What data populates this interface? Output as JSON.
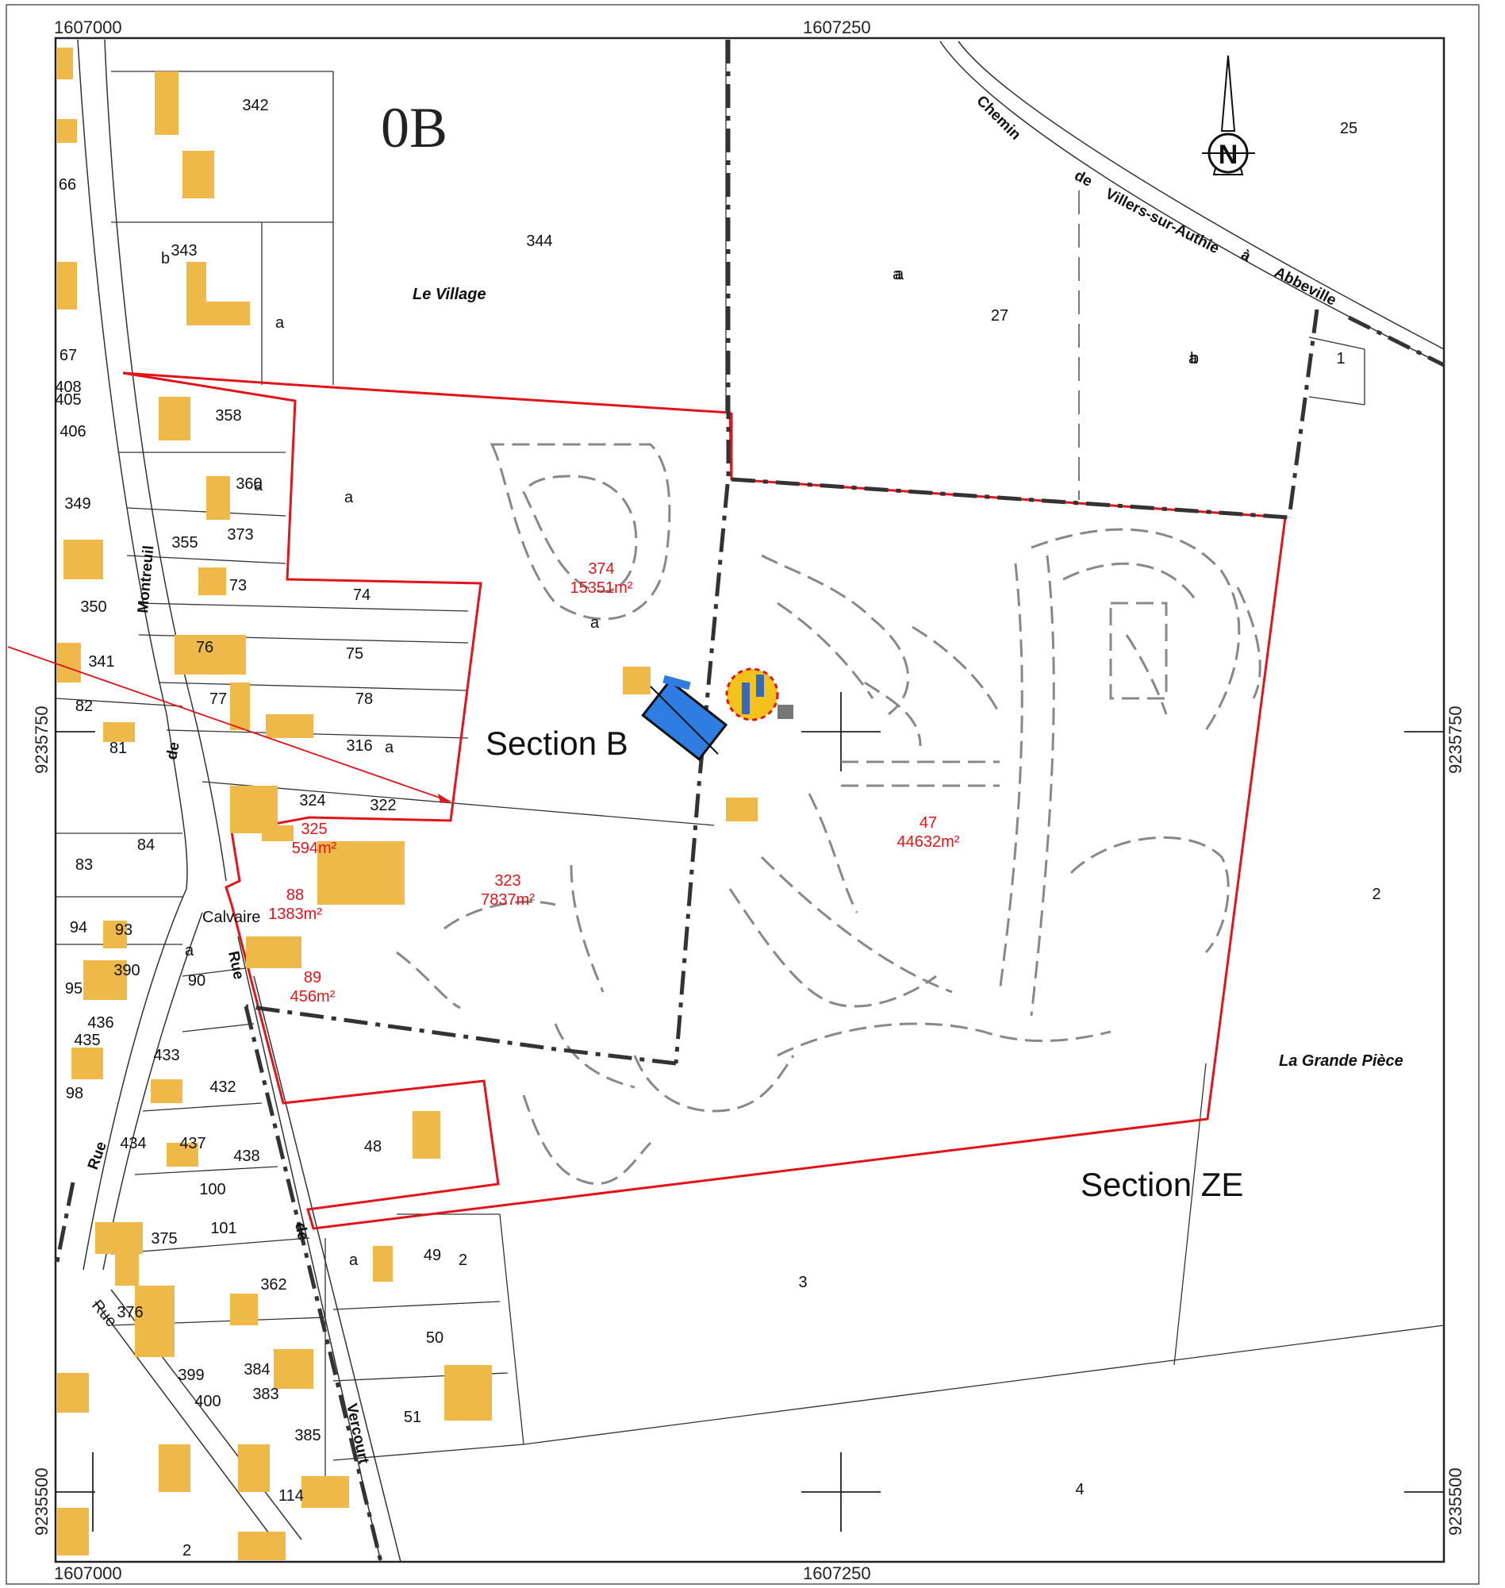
{
  "sheet": {
    "code": "0B"
  },
  "sections": {
    "b": "Section  B",
    "ze": "Section  ZE"
  },
  "localities": {
    "village": "Le Village",
    "grande_piece": "La Grande Pièce"
  },
  "coords": {
    "top_left": "1607000",
    "top_mid": "1607250",
    "bottom_left": "1607000",
    "bottom_mid": "1607250",
    "left_upper": "9235750",
    "left_lower": "9235500",
    "right_upper": "9235750",
    "right_lower": "9235500"
  },
  "roads": {
    "chemin_1": "Chemin",
    "chemin_2": "de",
    "chemin_3": "Villers-sur-Authie",
    "chemin_4": "à",
    "chemin_5": "Abbeville",
    "montreuil_1": "Montreuil",
    "montreuil_2": "de",
    "montreuil_3": "Rue",
    "vercourt_1": "Rue",
    "vercourt_2": "de",
    "vercourt_3": "Vercourt",
    "small_rue": "Rue",
    "calvaire": "Calvaire"
  },
  "compass": {
    "letter": "N"
  },
  "parcels_project": [
    {
      "id": "374",
      "area": "15351m²"
    },
    {
      "id": "47",
      "area": "44632m²"
    },
    {
      "id": "323",
      "area": "7837m²"
    },
    {
      "id": "325",
      "area": "594m²"
    },
    {
      "id": "88",
      "area": "1383m²"
    },
    {
      "id": "89",
      "area": "456m²"
    }
  ],
  "parcels": [
    "342",
    "66",
    "343",
    "344",
    "67",
    "408",
    "405",
    "406",
    "358",
    "360",
    "349",
    "373",
    "355",
    "73",
    "350",
    "74",
    "76",
    "75",
    "341",
    "77",
    "78",
    "82",
    "81",
    "316",
    "324",
    "322",
    "84",
    "83",
    "94",
    "93",
    "390",
    "90",
    "95",
    "436",
    "435",
    "433",
    "432",
    "98",
    "434",
    "437",
    "438",
    "48",
    "100",
    "101",
    "375",
    "49",
    "362",
    "376",
    "50",
    "399",
    "384",
    "400",
    "383",
    "51",
    "385",
    "114",
    "25",
    "27",
    "1",
    "2",
    "3",
    "4"
  ],
  "small_letters": [
    "a",
    "b",
    "a",
    "a",
    "a",
    "a",
    "b",
    "a",
    "a",
    "a",
    "2",
    "2",
    "a",
    "a"
  ]
}
